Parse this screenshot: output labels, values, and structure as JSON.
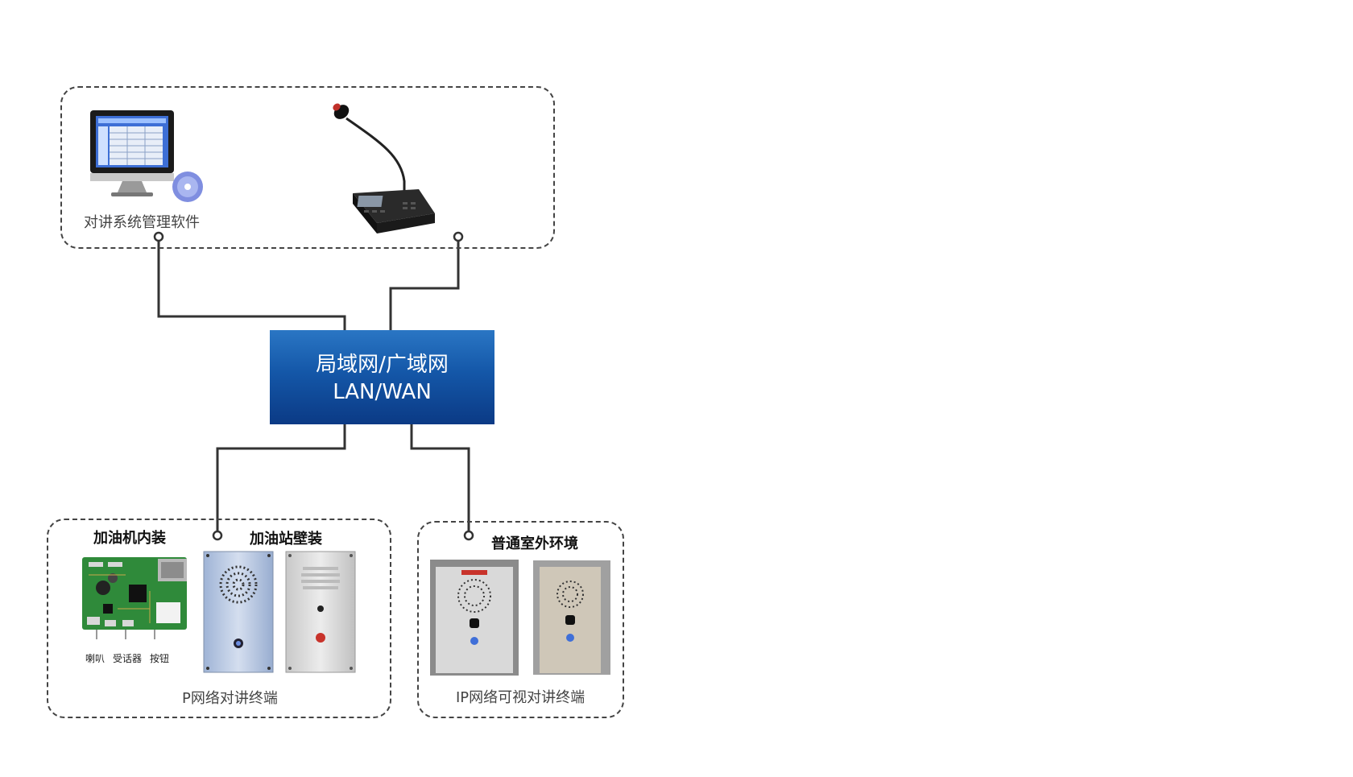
{
  "network": {
    "line1": "局域网/广域网",
    "line2": "LAN/WAN",
    "color_top": "#2a76c4",
    "color_bottom": "#0b3a85"
  },
  "top_group": {
    "software_label": "对讲系统管理软件"
  },
  "bottom_left_group": {
    "heading_internal": "加油机内装",
    "heading_wall": "加油站壁装",
    "board_labels": [
      "喇叭",
      "受话器",
      "按钮"
    ],
    "caption": "P网络对讲终端"
  },
  "bottom_right_group": {
    "heading": "普通室外环境",
    "caption": "IP网络可视对讲终端"
  }
}
